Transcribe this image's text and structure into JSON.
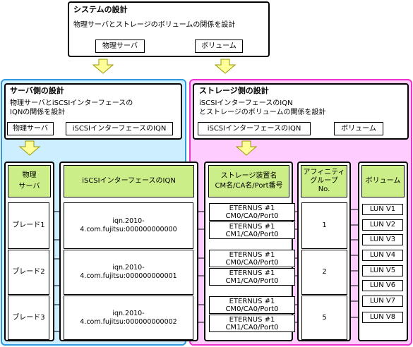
{
  "system": {
    "title": "システムの設計",
    "subtitle": "物理サーバとストレージのボリュームの関係を設計",
    "left_label": "物理サーバ",
    "right_label": "ボリューム"
  },
  "server_side": {
    "title": "サーバ側の設計",
    "desc_line1": "物理サーバとiSCSIインターフェースの",
    "desc_line2": "IQNの関係を設計",
    "left_label": "物理サーバ",
    "right_label": "iSCSIインターフェースのIQN"
  },
  "storage_side": {
    "title": "ストレージ側の設計",
    "desc_line1": "iSCSIインターフェースのIQN",
    "desc_line2": "とストレージのボリュームの関係を設計",
    "left_label": "iSCSIインターフェースのIQN",
    "right_label": "ボリューム"
  },
  "headers": {
    "server_line1": "物理",
    "server_line2": "サーバ",
    "iqn": "iSCSIインターフェースのIQN",
    "storage_line1": "ストレージ装置名",
    "storage_line2": "CM名/CA名/Port番号",
    "affinity_line1": "アフィニティ",
    "affinity_line2": "グループ",
    "affinity_line3": "No.",
    "volume": "ボリューム"
  },
  "blades": [
    "ブレード1",
    "ブレード2",
    "ブレード3"
  ],
  "iqns": [
    "iqn.2010-4.com.fujitsu:000000000000",
    "iqn.2010-4.com.fujitsu:000000000001",
    "iqn.2010-4.com.fujitsu:000000000002"
  ],
  "ports": [
    {
      "name": "ETERNUS #1",
      "path": "CM0/CA0/Port0"
    },
    {
      "name": "ETERNUS #1",
      "path": "CM1/CA0/Port0"
    },
    {
      "name": "ETERNUS #1",
      "path": "CM0/CA0/Port0"
    },
    {
      "name": "ETERNUS #1",
      "path": "CM1/CA0/Port0"
    },
    {
      "name": "ETERNUS #1",
      "path": "CM0/CA0/Port0"
    },
    {
      "name": "ETERNUS #1",
      "path": "CM1/CA0/Port0"
    }
  ],
  "affinity_groups": [
    "1",
    "2",
    "5"
  ],
  "volumes": [
    "LUN V1",
    "LUN V2",
    "LUN V3",
    "LUN V4",
    "LUN V5",
    "LUN V6",
    "LUN V7",
    "LUN V8"
  ],
  "colors": {
    "server_region": "#cceeff",
    "server_border": "#3399dd",
    "storage_region": "#ffccff",
    "storage_border": "#ee33cc",
    "header_fill": "#ccee88",
    "flow_arrow": "#ffff99"
  }
}
